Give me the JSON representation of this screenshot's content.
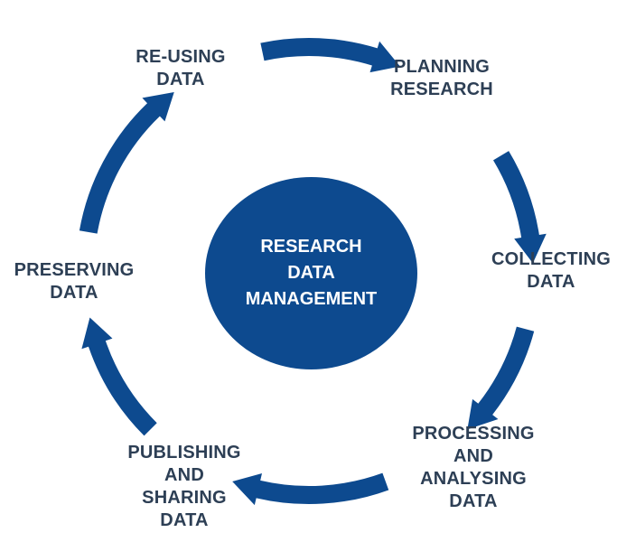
{
  "colors": {
    "arrow": "#0d4a8f",
    "center": "#0d4a8f",
    "label": "#2d3f55",
    "center_text": "#ffffff"
  },
  "center": {
    "lines": [
      "RESEARCH",
      "DATA",
      "MANAGEMENT"
    ]
  },
  "stages": {
    "planning": {
      "lines": [
        "PLANNING",
        "RESEARCH"
      ]
    },
    "collecting": {
      "lines": [
        "COLLECTING",
        "DATA"
      ]
    },
    "processing": {
      "lines": [
        "PROCESSING",
        "AND",
        "ANALYSING",
        "DATA"
      ]
    },
    "publishing": {
      "lines": [
        "PUBLISHING",
        "AND",
        "SHARING",
        "DATA"
      ]
    },
    "preserving": {
      "lines": [
        "PRESERVING",
        "DATA"
      ]
    },
    "reusing": {
      "lines": [
        "RE-USING",
        "DATA"
      ]
    }
  }
}
